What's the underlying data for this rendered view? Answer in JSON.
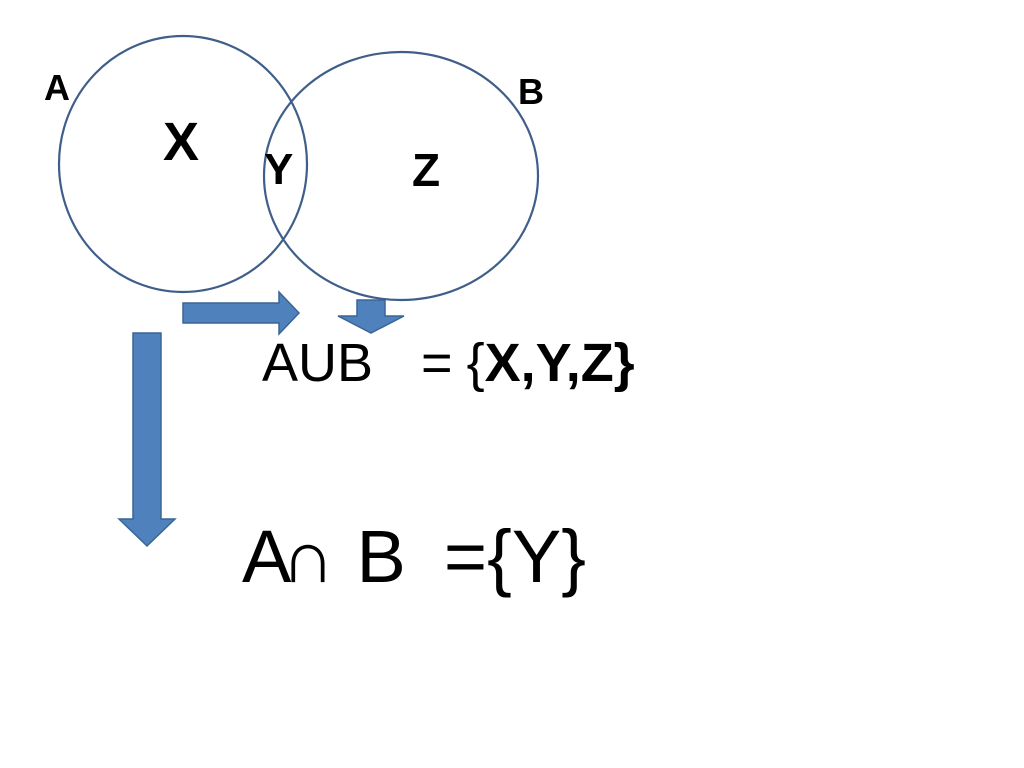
{
  "colors": {
    "circle_stroke": "#3f5f8a",
    "arrow_fill": "#4f81bd",
    "arrow_stroke": "#3a6595",
    "text": "#000000"
  },
  "labels": {
    "set_a": "A",
    "set_b": "B",
    "region_x": "X",
    "region_y": "Y",
    "region_z": "Z"
  },
  "union": {
    "lhs": "AUB",
    "equals": "=",
    "open_brace": "{",
    "members": "X,Y,Z}"
  },
  "intersection": {
    "set_a": "A",
    "operator": "∩",
    "set_b": "B",
    "equals": "=",
    "result": "{Y}"
  }
}
